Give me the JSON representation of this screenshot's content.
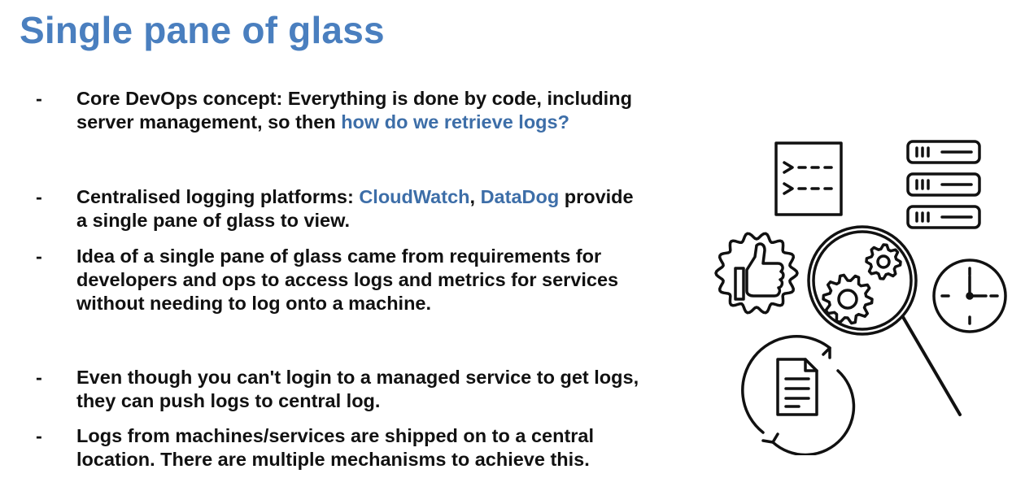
{
  "slide": {
    "title": "Single pane of glass",
    "bullets": [
      {
        "dash": "-",
        "line1": "Core DevOps concept: Everything is done by code, including",
        "line2_pre": "server management, so then ",
        "line2_link": "how do we retrieve logs?"
      },
      {
        "dash": "-",
        "line1_pre": "Centralised logging platforms: ",
        "link1": "CloudWatch",
        "sep": ", ",
        "link2": "DataDog",
        "line1_post": " provide",
        "line2": "a single pane of glass to view."
      },
      {
        "dash": "-",
        "line1": "Idea of a single pane of glass came from requirements for",
        "line2": "developers and ops to access logs and metrics for services",
        "line3": "without needing to log onto a machine."
      },
      {
        "dash": "-",
        "line1": "Even though you can't login to a managed service to get logs,",
        "line2": "they can push logs to central log."
      },
      {
        "dash": "-",
        "line1": "Logs from machines/services are shipped on to a central",
        "line2": "location. There are multiple mechanisms to achieve this."
      }
    ]
  },
  "illustration": {
    "icons": [
      "terminal-icon",
      "server-stack-icon",
      "thumbs-up-icon",
      "magnifier-gears-icon",
      "clock-icon",
      "document-sync-icon"
    ],
    "accent_color": "#4a7fbf",
    "link_color": "#3d6ea8",
    "icon_color": "#111111"
  }
}
